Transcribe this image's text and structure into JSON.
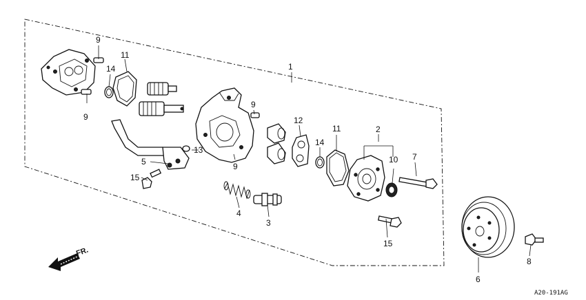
{
  "diagram": {
    "callouts": {
      "c1": "1",
      "c2": "2",
      "c3": "3",
      "c4": "4",
      "c5": "5",
      "c6": "6",
      "c7": "7",
      "c8": "8",
      "c9a": "9",
      "c9b": "9",
      "c9c": "9",
      "c9d": "9",
      "c10": "10",
      "c11a": "11",
      "c11b": "11",
      "c12": "12",
      "c13": "13",
      "c14a": "14",
      "c14b": "14",
      "c15a": "15",
      "c15b": "15"
    },
    "front_label": "FR.",
    "drawing_code": "A20-191AG"
  }
}
